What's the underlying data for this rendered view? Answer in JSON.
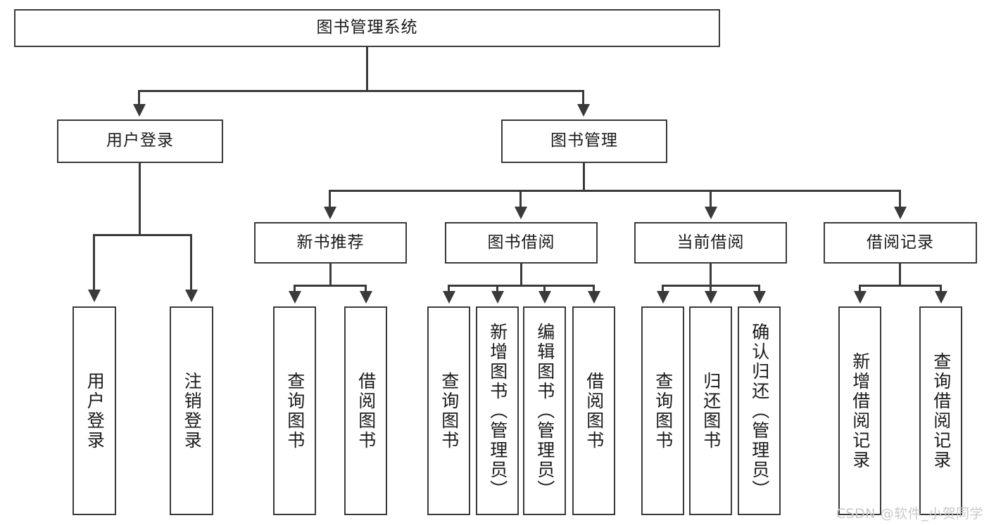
{
  "diagram": {
    "title": "图书管理系统",
    "type": "tree-hierarchy",
    "root": {
      "label": "图书管理系统"
    },
    "level2": [
      {
        "label": "用户登录"
      },
      {
        "label": "图书管理"
      }
    ],
    "level3": [
      {
        "label": "新书推荐"
      },
      {
        "label": "图书借阅"
      },
      {
        "label": "当前借阅"
      },
      {
        "label": "借阅记录"
      }
    ],
    "leaves": {
      "user_login": [
        {
          "label": "用户登录"
        },
        {
          "label": "注销登录"
        }
      ],
      "new_book_recommend": [
        {
          "label": "查询图书"
        },
        {
          "label": "借阅图书"
        }
      ],
      "book_borrow": [
        {
          "label": "查询图书"
        },
        {
          "label": "新增图书（管理员）"
        },
        {
          "label": "编辑图书（管理员）"
        },
        {
          "label": "借阅图书"
        }
      ],
      "current_borrow": [
        {
          "label": "查询图书"
        },
        {
          "label": "归还图书"
        },
        {
          "label": "确认归还（管理员）"
        }
      ],
      "borrow_records": [
        {
          "label": "新增借阅记录"
        },
        {
          "label": "查询借阅记录"
        }
      ]
    }
  },
  "watermark": {
    "text": "CSDN @软件_小贺同学"
  },
  "colors": {
    "stroke": "#3a3a3a",
    "background": "#ffffff",
    "text": "#1a1a1a",
    "watermark": "#c9c9c9"
  }
}
